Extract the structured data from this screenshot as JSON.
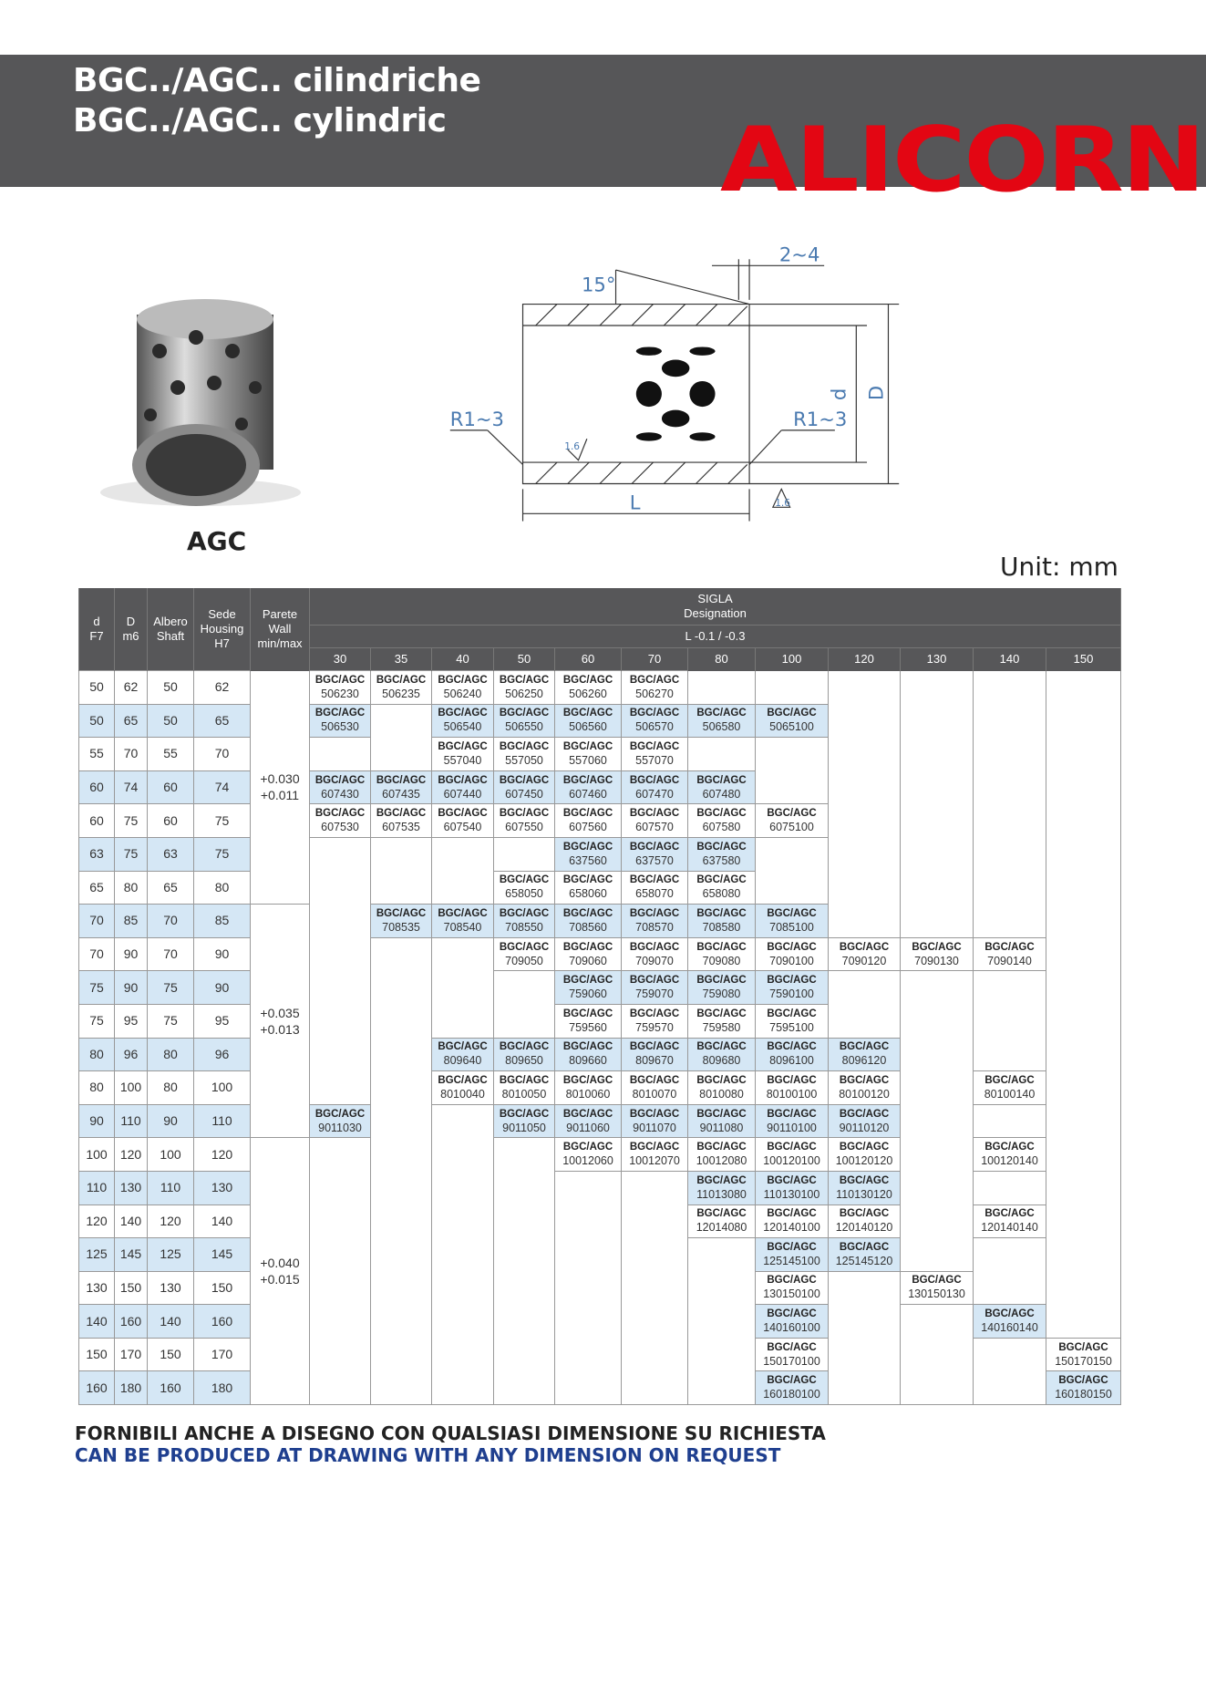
{
  "header": {
    "title_it": "BGC../AGC.. cilindriche",
    "title_en": "BGC../AGC.. cylindric",
    "logo": "ALICORN"
  },
  "product_label": "AGC",
  "drawing": {
    "chamfer": "2~4",
    "angle": "15°",
    "radius_left": "R1~3",
    "radius_right": "R1~3",
    "inner_d": "d",
    "outer_d": "D",
    "length": "L",
    "roughness_1": "1.6",
    "roughness_2": "1.6"
  },
  "unit": "Unit: mm",
  "colors": {
    "header_bg": "#565658",
    "logo": "#e30613",
    "row_highlight": "#d5e7f5",
    "footer_en": "#1f3f8f"
  },
  "table": {
    "headers": {
      "d": [
        "d",
        "F7"
      ],
      "D": [
        "D",
        "m6"
      ],
      "shaft": [
        "Albero",
        "Shaft"
      ],
      "housing": [
        "Sede",
        "Housing",
        "H7"
      ],
      "wall": [
        "Parete",
        "Wall",
        "min/max"
      ],
      "designation": [
        "SIGLA",
        "Designation"
      ],
      "length_tol": "L -0.1 / -0.3"
    },
    "lengths": [
      "30",
      "35",
      "40",
      "50",
      "60",
      "70",
      "80",
      "100",
      "120",
      "130",
      "140",
      "150"
    ],
    "prefix": "BGC/AGC",
    "wall_groups": [
      {
        "rows": 7,
        "min": "+0.030",
        "max": "+0.011"
      },
      {
        "rows": 7,
        "min": "+0.035",
        "max": "+0.013"
      },
      {
        "rows": 8,
        "min": "+0.040",
        "max": "+0.015"
      }
    ],
    "rows": [
      {
        "d": "50",
        "D": "62",
        "shaft": "50",
        "housing": "62",
        "codes": [
          "506230",
          "506235",
          "506240",
          "506250",
          "506260",
          "506270",
          null,
          null,
          null,
          null,
          null,
          null
        ]
      },
      {
        "d": "50",
        "D": "65",
        "shaft": "50",
        "housing": "65",
        "codes": [
          "506530",
          null,
          "506540",
          "506550",
          "506560",
          "506570",
          "506580",
          "5065100",
          null,
          null,
          null,
          null
        ]
      },
      {
        "d": "55",
        "D": "70",
        "shaft": "55",
        "housing": "70",
        "codes": [
          null,
          null,
          "557040",
          "557050",
          "557060",
          "557070",
          null,
          null,
          null,
          null,
          null,
          null
        ]
      },
      {
        "d": "60",
        "D": "74",
        "shaft": "60",
        "housing": "74",
        "codes": [
          "607430",
          "607435",
          "607440",
          "607450",
          "607460",
          "607470",
          "607480",
          null,
          null,
          null,
          null,
          null
        ]
      },
      {
        "d": "60",
        "D": "75",
        "shaft": "60",
        "housing": "75",
        "codes": [
          "607530",
          "607535",
          "607540",
          "607550",
          "607560",
          "607570",
          "607580",
          "6075100",
          null,
          null,
          null,
          null
        ]
      },
      {
        "d": "63",
        "D": "75",
        "shaft": "63",
        "housing": "75",
        "codes": [
          null,
          null,
          null,
          null,
          "637560",
          "637570",
          "637580",
          null,
          null,
          null,
          null,
          null
        ]
      },
      {
        "d": "65",
        "D": "80",
        "shaft": "65",
        "housing": "80",
        "codes": [
          null,
          null,
          null,
          "658050",
          "658060",
          "658070",
          "658080",
          null,
          null,
          null,
          null,
          null
        ]
      },
      {
        "d": "70",
        "D": "85",
        "shaft": "70",
        "housing": "85",
        "codes": [
          null,
          "708535",
          "708540",
          "708550",
          "708560",
          "708570",
          "708580",
          "7085100",
          null,
          null,
          null,
          null
        ]
      },
      {
        "d": "70",
        "D": "90",
        "shaft": "70",
        "housing": "90",
        "codes": [
          null,
          null,
          null,
          "709050",
          "709060",
          "709070",
          "709080",
          "7090100",
          "7090120",
          "7090130",
          "7090140",
          null
        ]
      },
      {
        "d": "75",
        "D": "90",
        "shaft": "75",
        "housing": "90",
        "codes": [
          null,
          null,
          null,
          null,
          "759060",
          "759070",
          "759080",
          "7590100",
          null,
          null,
          null,
          null
        ]
      },
      {
        "d": "75",
        "D": "95",
        "shaft": "75",
        "housing": "95",
        "codes": [
          null,
          null,
          null,
          null,
          "759560",
          "759570",
          "759580",
          "7595100",
          null,
          null,
          null,
          null
        ]
      },
      {
        "d": "80",
        "D": "96",
        "shaft": "80",
        "housing": "96",
        "codes": [
          null,
          null,
          "809640",
          "809650",
          "809660",
          "809670",
          "809680",
          "8096100",
          "8096120",
          null,
          null,
          null
        ]
      },
      {
        "d": "80",
        "D": "100",
        "shaft": "80",
        "housing": "100",
        "codes": [
          null,
          null,
          "8010040",
          "8010050",
          "8010060",
          "8010070",
          "8010080",
          "80100100",
          "80100120",
          null,
          "80100140",
          null
        ]
      },
      {
        "d": "90",
        "D": "110",
        "shaft": "90",
        "housing": "110",
        "codes": [
          "9011030",
          null,
          null,
          "9011050",
          "9011060",
          "9011070",
          "9011080",
          "90110100",
          "90110120",
          null,
          null,
          null
        ]
      },
      {
        "d": "100",
        "D": "120",
        "shaft": "100",
        "housing": "120",
        "codes": [
          null,
          null,
          null,
          null,
          "10012060",
          "10012070",
          "10012080",
          "100120100",
          "100120120",
          null,
          "100120140",
          null
        ]
      },
      {
        "d": "110",
        "D": "130",
        "shaft": "110",
        "housing": "130",
        "codes": [
          null,
          null,
          null,
          null,
          null,
          null,
          "11013080",
          "110130100",
          "110130120",
          null,
          null,
          null
        ]
      },
      {
        "d": "120",
        "D": "140",
        "shaft": "120",
        "housing": "140",
        "codes": [
          null,
          null,
          null,
          null,
          null,
          null,
          "12014080",
          "120140100",
          "120140120",
          null,
          "120140140",
          null
        ]
      },
      {
        "d": "125",
        "D": "145",
        "shaft": "125",
        "housing": "145",
        "codes": [
          null,
          null,
          null,
          null,
          null,
          null,
          null,
          "125145100",
          "125145120",
          null,
          null,
          null
        ]
      },
      {
        "d": "130",
        "D": "150",
        "shaft": "130",
        "housing": "150",
        "codes": [
          null,
          null,
          null,
          null,
          null,
          null,
          null,
          "130150100",
          null,
          "130150130",
          null,
          null
        ]
      },
      {
        "d": "140",
        "D": "160",
        "shaft": "140",
        "housing": "160",
        "codes": [
          null,
          null,
          null,
          null,
          null,
          null,
          null,
          "140160100",
          null,
          null,
          "140160140",
          null
        ]
      },
      {
        "d": "150",
        "D": "170",
        "shaft": "150",
        "housing": "170",
        "codes": [
          null,
          null,
          null,
          null,
          null,
          null,
          null,
          "150170100",
          null,
          null,
          null,
          "150170150"
        ]
      },
      {
        "d": "160",
        "D": "180",
        "shaft": "160",
        "housing": "180",
        "codes": [
          null,
          null,
          null,
          null,
          null,
          null,
          null,
          "160180100",
          null,
          null,
          null,
          "160180150"
        ]
      }
    ]
  },
  "footer": {
    "it": "FORNIBILI ANCHE A DISEGNO CON QUALSIASI DIMENSIONE SU RICHIESTA",
    "en": "CAN BE PRODUCED AT DRAWING WITH ANY DIMENSION ON REQUEST"
  }
}
